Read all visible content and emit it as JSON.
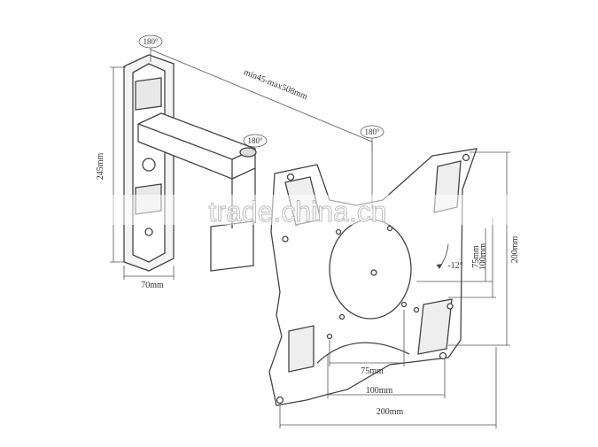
{
  "rotation": {
    "wall": "180°",
    "arm": "180°",
    "plate": "180°"
  },
  "dimensions": {
    "arm_extension": "min45-max508mm",
    "wall_height": "245mm",
    "wall_width": "70mm",
    "vesa_h_small": "75mm",
    "vesa_h_mid": "100mm",
    "vesa_h_large": "200mm",
    "vesa_v_small": "75mm",
    "vesa_v_mid": "100mm",
    "vesa_v_large": "200mm",
    "tilt": "-12°"
  },
  "watermark": "trade.china.cn",
  "colors": {
    "line": "#444444",
    "dim": "#555555",
    "fill": "#ffffff",
    "shade": "#e6e6e6"
  }
}
